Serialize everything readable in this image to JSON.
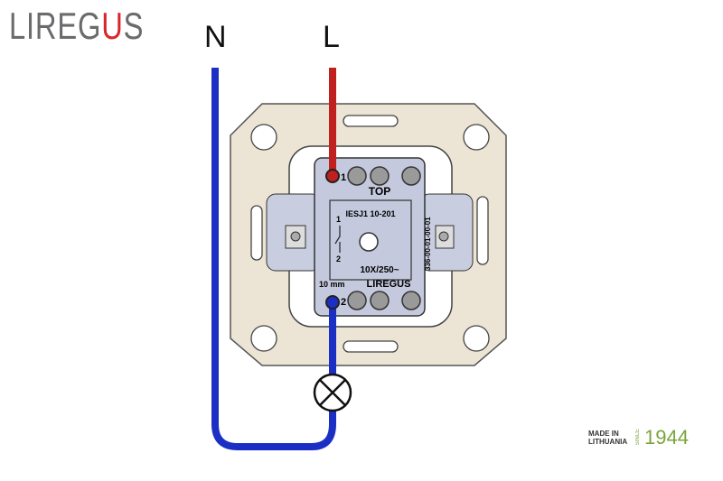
{
  "brand": {
    "logo_text": "LIREGUS",
    "logo_main": "LIREG",
    "logo_accent": "U",
    "logo_end": "S"
  },
  "labels": {
    "neutral": "N",
    "live": "L"
  },
  "device": {
    "top_label": "TOP",
    "model": "IESJ1 10-201",
    "rating": "10X/250~",
    "maker": "LIREGUS",
    "code": "336-00-01-00-01",
    "strip_length": "10 mm",
    "terminal_1": "1",
    "terminal_2": "2",
    "schematic_1": "1",
    "schematic_2": "2"
  },
  "footer": {
    "made_in_line1": "MADE IN",
    "made_in_line2": "LITHUANIA",
    "since": "SINCE",
    "year": "1944"
  },
  "colors": {
    "neutral_wire": "#1c2fc4",
    "live_wire": "#c0201e",
    "accent": "#7aa43a",
    "brand_red": "#d9262c"
  }
}
